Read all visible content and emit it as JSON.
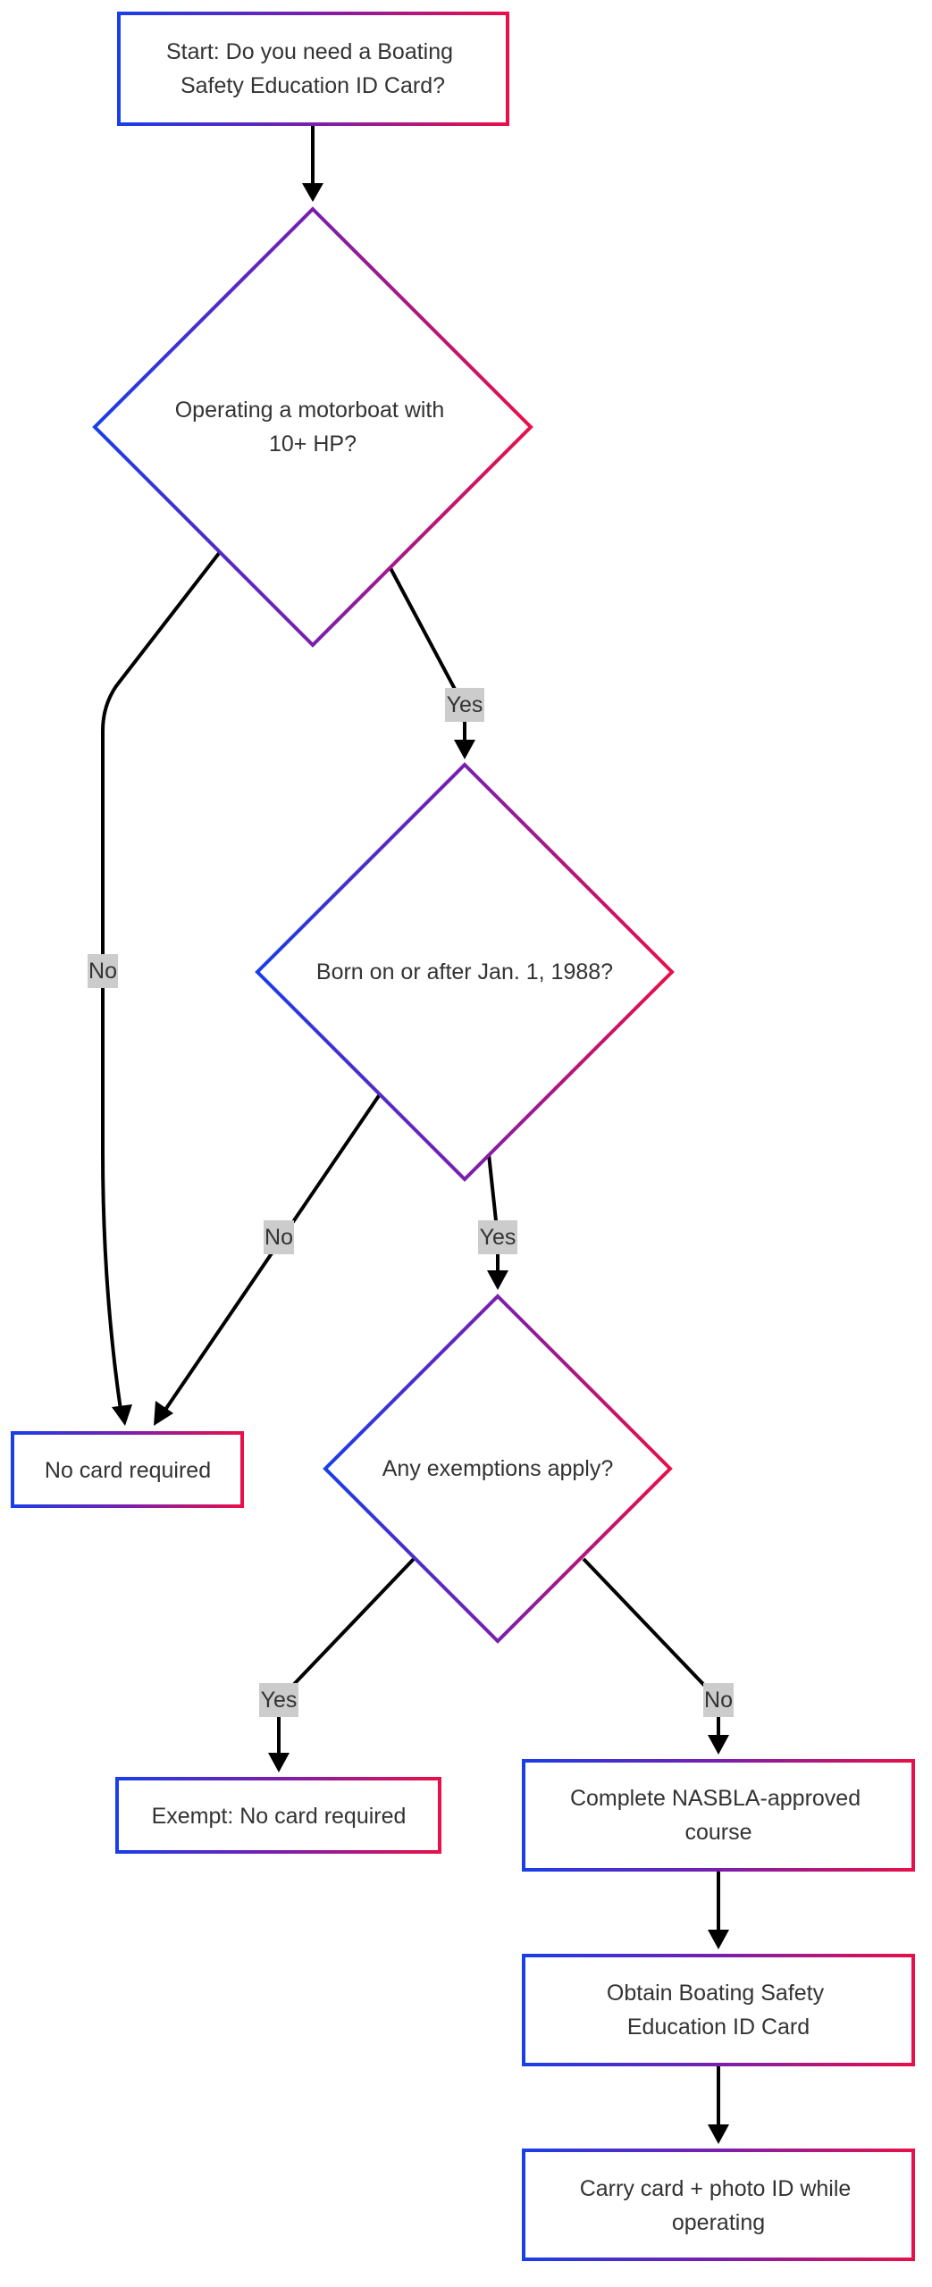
{
  "colors": {
    "gradient_start": "#1a3ee8",
    "gradient_mid": "#7a1fae",
    "gradient_end": "#e8104a",
    "edge": "#000000",
    "label_bg": "#cccccc",
    "text": "#333333"
  },
  "nodes": {
    "start": [
      "Start: Do you need a Boating",
      "Safety Education ID Card?"
    ],
    "motorboat": [
      "Operating a motorboat with",
      "10+ HP?"
    ],
    "born": [
      "Born on or after Jan. 1, 1988?"
    ],
    "no_card": [
      "No card required"
    ],
    "exemptions": [
      "Any exemptions apply?"
    ],
    "exempt": [
      "Exempt: No card required"
    ],
    "course": [
      "Complete NASBLA-approved",
      "course"
    ],
    "obtain": [
      "Obtain Boating Safety",
      "Education ID Card"
    ],
    "carry": [
      "Carry card + photo ID while",
      "operating"
    ]
  },
  "edge_labels": {
    "motorboat_yes": "Yes",
    "motorboat_no": "No",
    "born_no": "No",
    "born_yes": "Yes",
    "exemptions_yes": "Yes",
    "exemptions_no": "No"
  }
}
